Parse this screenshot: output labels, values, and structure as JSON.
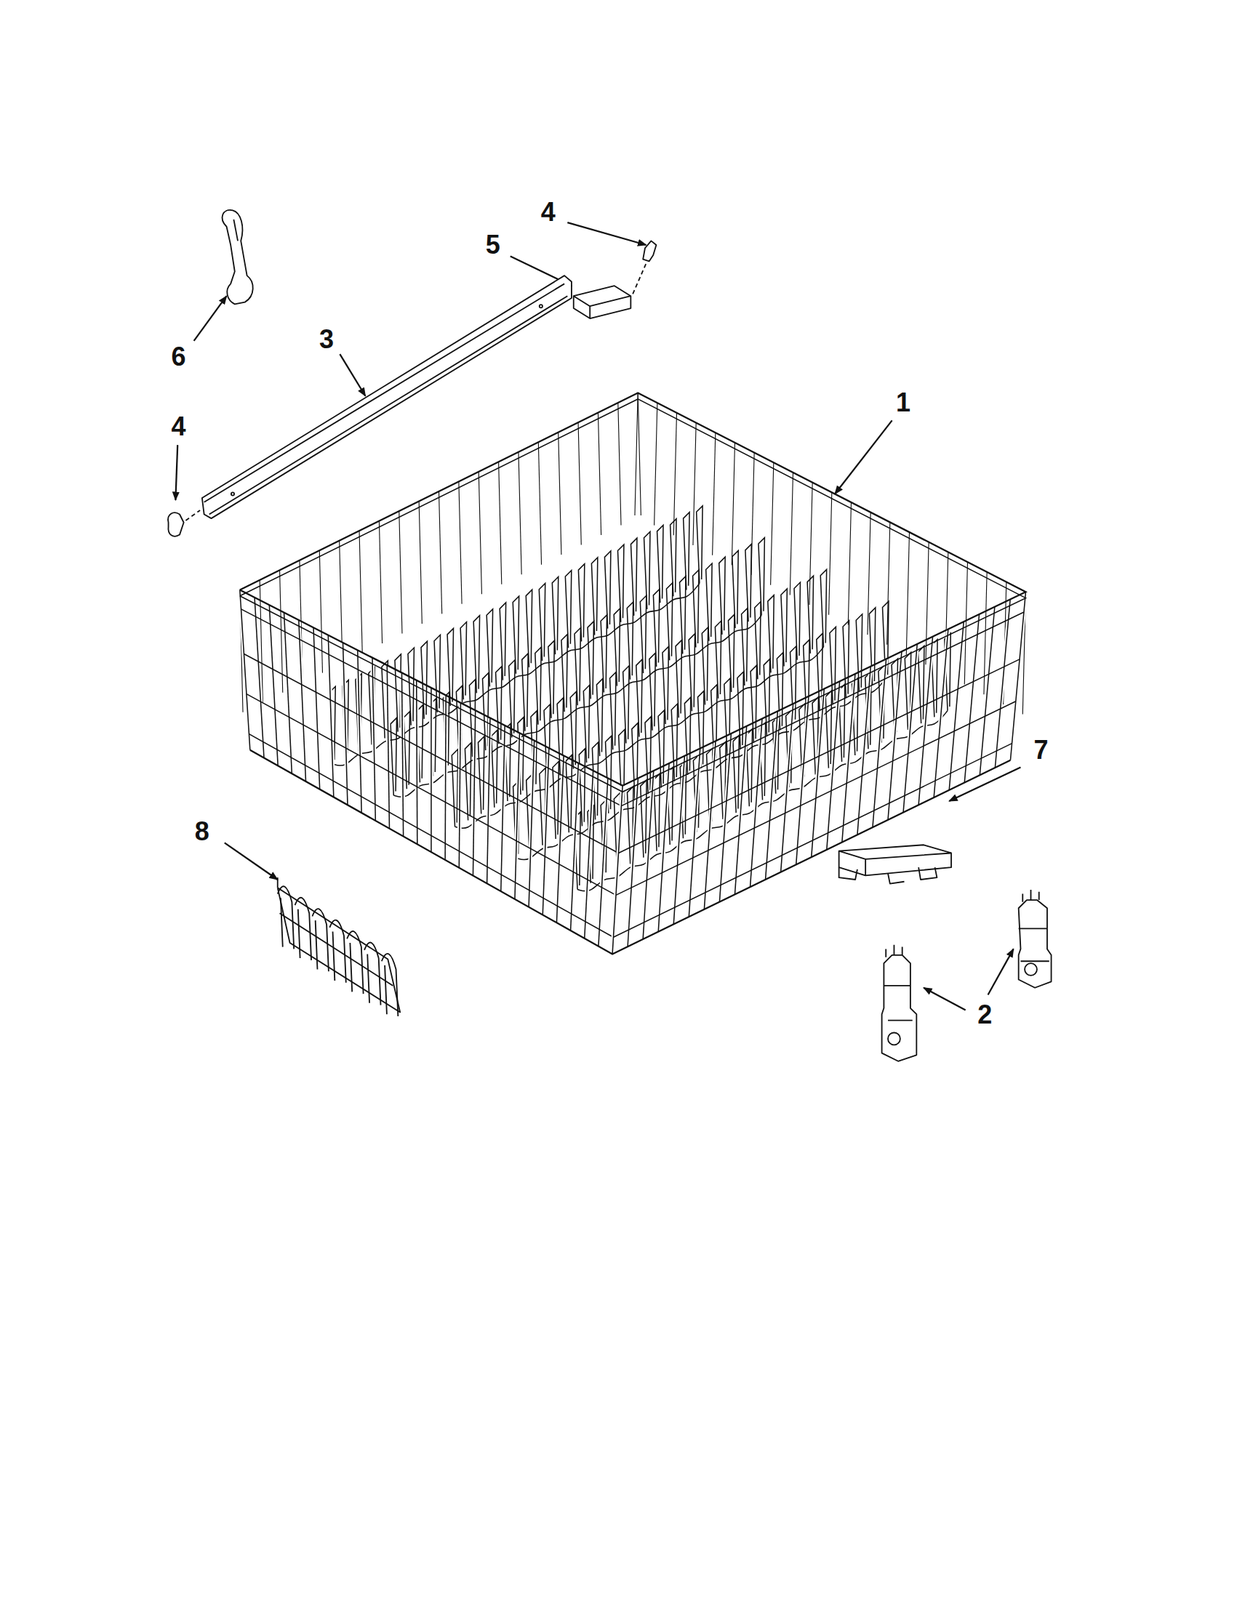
{
  "diagram": {
    "labels": [
      "4",
      "5",
      "3",
      "6",
      "1",
      "4",
      "7",
      "8",
      "2"
    ]
  }
}
